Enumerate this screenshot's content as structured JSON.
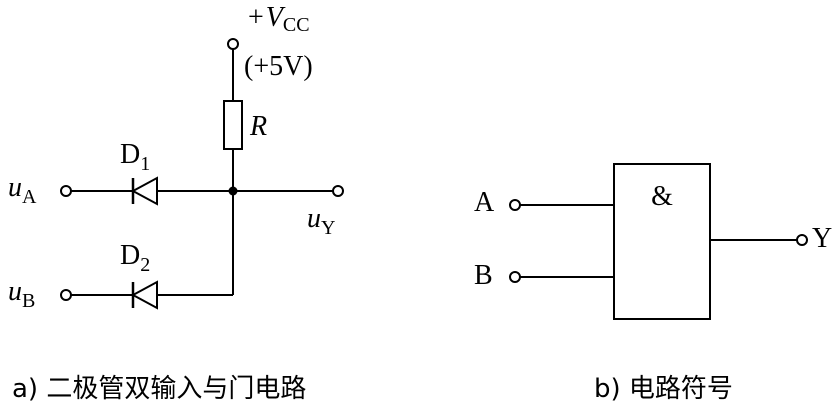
{
  "circuit": {
    "vcc": {
      "plus": "+",
      "symbol": "V",
      "subscript": "CC"
    },
    "vcc_value": "(+5V)",
    "resistor": "R",
    "diode1": {
      "symbol": "D",
      "subscript": "1"
    },
    "diode2": {
      "symbol": "D",
      "subscript": "2"
    },
    "input_a": {
      "symbol": "u",
      "subscript": "A"
    },
    "input_b": {
      "symbol": "u",
      "subscript": "B"
    },
    "output": {
      "symbol": "u",
      "subscript": "Y"
    },
    "caption": "a) 二极管双输入与门电路"
  },
  "gate": {
    "symbol": "&",
    "input_a": "A",
    "input_b": "B",
    "output": "Y",
    "caption": "b) 电路符号"
  }
}
